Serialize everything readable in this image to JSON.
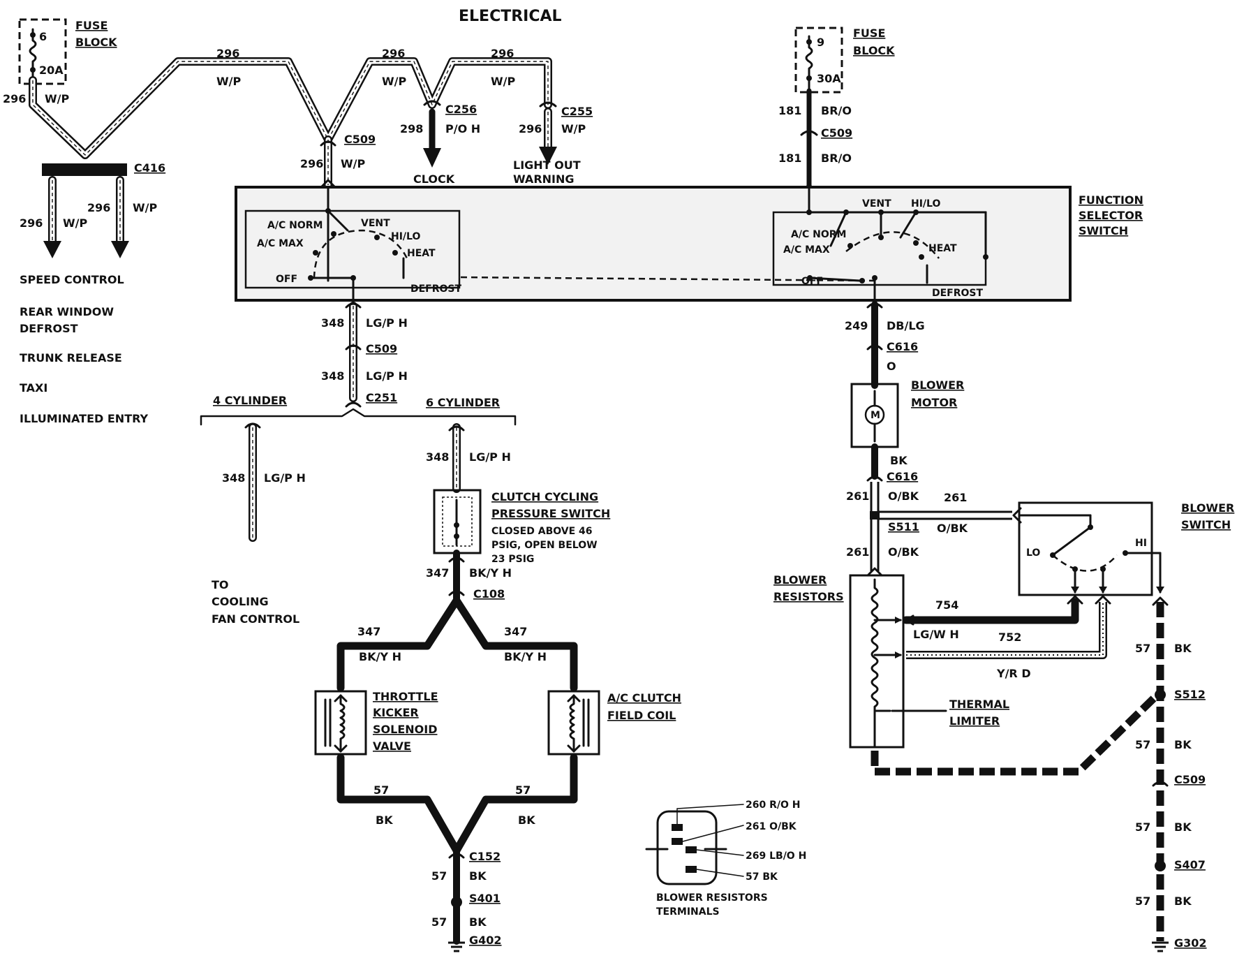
{
  "title": "ELECTRICAL",
  "left_fuse": {
    "title_1": "FUSE",
    "title_2": "BLOCK",
    "number": "6",
    "rating": "20A"
  },
  "right_fuse": {
    "title_1": "FUSE",
    "title_2": "BLOCK",
    "number": "9",
    "rating": "30A"
  },
  "circuits": {
    "c296": "296",
    "wp": "W/P",
    "c298": "298",
    "poh": "P/O  H",
    "c181": "181",
    "bro": "BR/O",
    "c348": "348",
    "lgph": "LG/P  H",
    "c347": "347",
    "bkyh": "BK/Y  H",
    "c57": "57",
    "bk": "BK",
    "c249": "249",
    "dblg": "DB/LG",
    "o": "O",
    "c261": "261",
    "obk": "O/BK",
    "c754": "754",
    "lgwh": "LG/W H",
    "c752": "752",
    "yrd": "Y/R D"
  },
  "connectors": {
    "c416": "C416",
    "c509": "C509",
    "c256": "C256",
    "c255": "C255",
    "c251": "C251",
    "c108": "C108",
    "c152": "C152",
    "s401": "S401",
    "g402": "G402",
    "c616": "C616",
    "s511": "S511",
    "s512": "S512",
    "s407": "S407",
    "g302": "G302"
  },
  "destinations": {
    "clock": "CLOCK",
    "light_out_1": "LIGHT  OUT",
    "light_out_2": "WARNING",
    "left_list": [
      "SPEED CONTROL",
      "REAR WINDOW",
      "DEFROST",
      "TRUNK RELEASE",
      "TAXI",
      "ILLUMINATED ENTRY"
    ],
    "cooling_1": "TO",
    "cooling_2": "COOLING",
    "cooling_3": "FAN CONTROL"
  },
  "engine": {
    "four": "4  CYLINDER",
    "six": "6  CYLINDER"
  },
  "function_switch": {
    "label_1": "FUNCTION",
    "label_2": "SELECTOR",
    "label_3": "SWITCH",
    "ac_norm": "A/C NORM",
    "ac_max": "A/C MAX",
    "vent": "VENT",
    "hilo": "HI/LO",
    "heat": "HEAT",
    "off": "OFF",
    "defrost": "DEFROST"
  },
  "components": {
    "clutch_1": "CLUTCH  CYCLING",
    "clutch_2": "PRESSURE  SWITCH",
    "clutch_note_1": "CLOSED ABOVE  46",
    "clutch_note_2": "PSIG, OPEN BELOW",
    "clutch_note_3": "23 PSIG",
    "throttle": [
      "THROTTLE",
      "KICKER",
      "SOLENOID",
      "VALVE"
    ],
    "acclutch_1": "A/C  CLUTCH",
    "acclutch_2": "FIELD  COIL",
    "blower_motor_1": "BLOWER",
    "blower_motor_2": "MOTOR",
    "motor_symbol": "M",
    "blower_switch_1": "BLOWER",
    "blower_switch_2": "SWITCH",
    "lo": "LO",
    "hi": "HI",
    "resistors_1": "BLOWER",
    "resistors_2": "RESISTORS",
    "thermal_1": "THERMAL",
    "thermal_2": "LIMITER"
  },
  "terminals": {
    "t260": "260 R/O H",
    "t261": "261 O/BK",
    "t269": "269 LB/O H",
    "t57": "57 BK",
    "caption_1": "BLOWER RESISTORS",
    "caption_2": "TERMINALS"
  }
}
